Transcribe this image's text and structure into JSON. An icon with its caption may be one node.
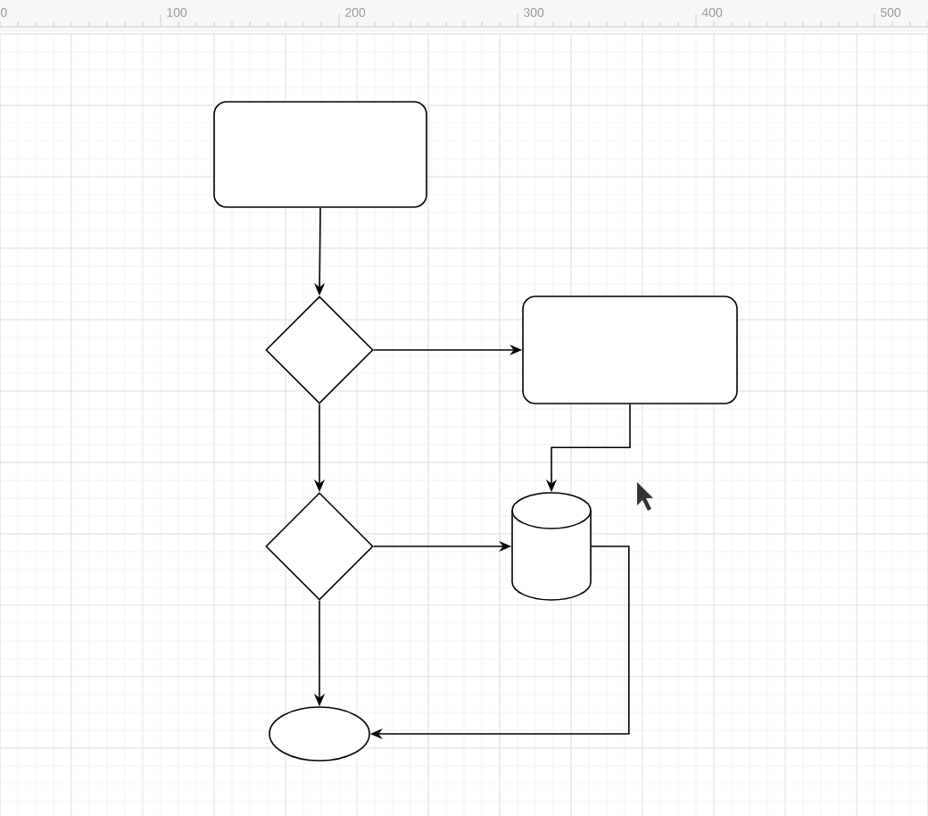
{
  "diagram": {
    "nodes": [
      {
        "text": [],
        "shape": "box"
      },
      {
        "text": [],
        "shape": "diamond"
      },
      {
        "text": [],
        "shape": "box"
      },
      {
        "text": [],
        "shape": "diamond"
      },
      {
        "text": [],
        "shape": "cylinder"
      },
      {
        "text": [],
        "shape": "ellipse"
      }
    ],
    "edges": [
      {
        "from": 0,
        "to": 1,
        "arrow": "to"
      },
      {
        "from": 1,
        "to": 2,
        "arrow": "to"
      },
      {
        "from": 1,
        "to": 3,
        "arrow": "to"
      },
      {
        "from": 2,
        "to": 4,
        "arrow": "to"
      },
      {
        "from": 3,
        "to": 4,
        "arrow": "to"
      },
      {
        "from": 3,
        "to": 5,
        "arrow": "to"
      },
      {
        "from": 4,
        "to": 5,
        "arrow": "to"
      }
    ],
    "labels": [
      "0",
      "100",
      "200",
      "300",
      "400",
      "500"
    ]
  }
}
